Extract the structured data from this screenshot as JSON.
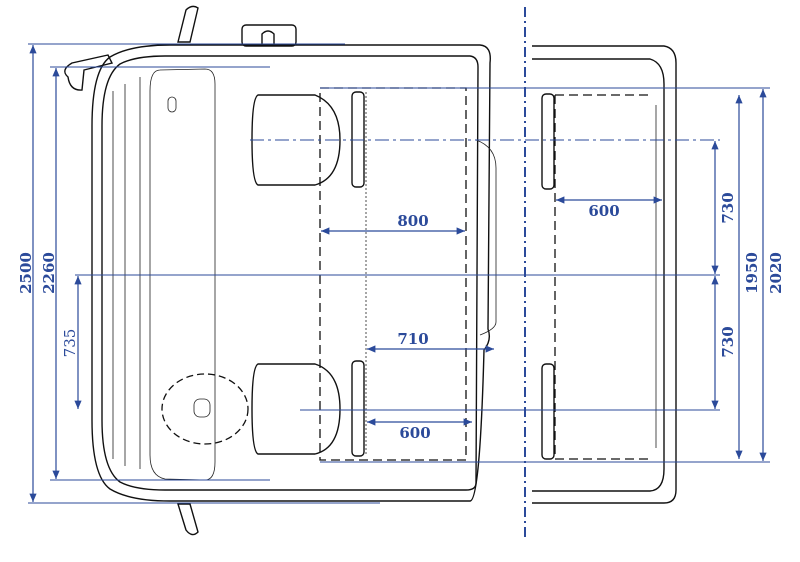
{
  "diagram": {
    "title": "Truck cab top view - interior dimensions",
    "accent_color": "#2b4a9a",
    "dimensions": {
      "overall_width": "2500",
      "inner_width": "2260",
      "steering_offset": "735",
      "seat_depth_front": "800",
      "passage_depth": "710",
      "seat_to_wall": "600",
      "bunk_depth": "600",
      "upper_half_width": "730",
      "lower_half_width": "730",
      "bunk_length": "1950",
      "sleeper_width": "2020"
    }
  }
}
